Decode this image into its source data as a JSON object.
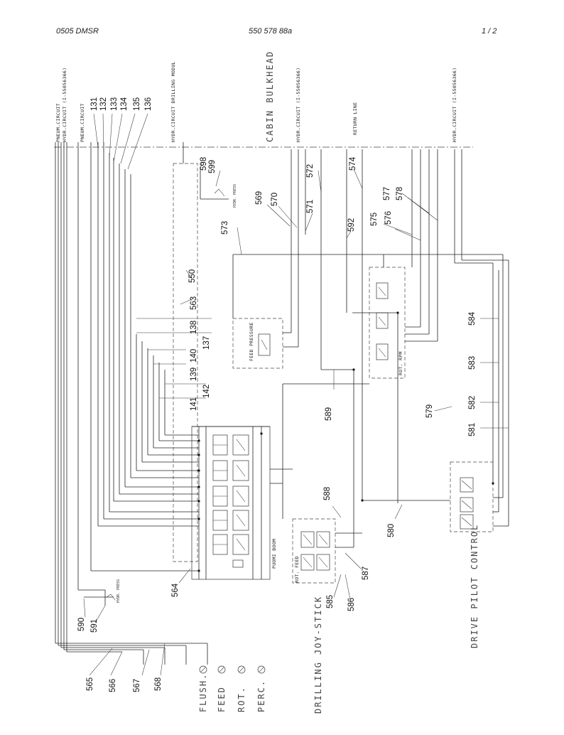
{
  "header": {
    "left": "0505 DMSR",
    "center": "550 578 88a",
    "right": "1 /  2"
  },
  "side_labels": {
    "pneum_circuit_1": "PNEUM.CIRCUIT",
    "hydr_circuit_1": "HYDR.CIRCUIT (I-55056366)",
    "pneum_circuit_2": "PNEUM.CIRCUIT",
    "hydr_drilling_modul": "HYDR.CIRCUIT DRILLING MODUL",
    "cabin_bulkhead": "CABIN BULKHEAD",
    "hydr_circuit_2": "HYDR.CIRCUIT (I-55056366)",
    "return_line": "RETURN LINE",
    "hydr_circuit_3": "HYDR.CIRCUIT (I-55056366)"
  },
  "bottom_labels": {
    "flush": "FLUSH.",
    "feed": "FEED",
    "rot": "ROT.",
    "perc": "PERC.",
    "drilling_joystick": "DRILLING JOY-STICK",
    "drive_pilot_control": "DRIVE PILOT CONTROL"
  },
  "inner_labels": {
    "feed_pressure": "FEED PRESSURE",
    "puomi_boom": "PUOMI  BOOM",
    "rot_feed": "ROT.  FEED",
    "rot_rpm": "ROT. RPM"
  },
  "callouts": {
    "c131": "131",
    "c132": "132",
    "c133": "133",
    "c134": "134",
    "c135": "135",
    "c136": "136",
    "c137": "137",
    "c138": "138",
    "c139": "139",
    "c140": "140",
    "c141": "141",
    "c142": "142",
    "c550": "550",
    "c563": "563",
    "c564": "564",
    "c565": "565",
    "c566": "566",
    "c567": "567",
    "c568": "568",
    "c569": "569",
    "c570": "570",
    "c571": "571",
    "c572": "572",
    "c573": "573",
    "c574": "574",
    "c575": "575",
    "c576": "576",
    "c577": "577",
    "c578": "578",
    "c579": "579",
    "c580": "580",
    "c581": "581",
    "c582": "582",
    "c583": "583",
    "c584": "584",
    "c585": "585",
    "c586": "586",
    "c587": "587",
    "c588": "588",
    "c589": "589",
    "c590": "590",
    "c591": "591",
    "c592": "592",
    "c598": "598",
    "c599": "599"
  }
}
